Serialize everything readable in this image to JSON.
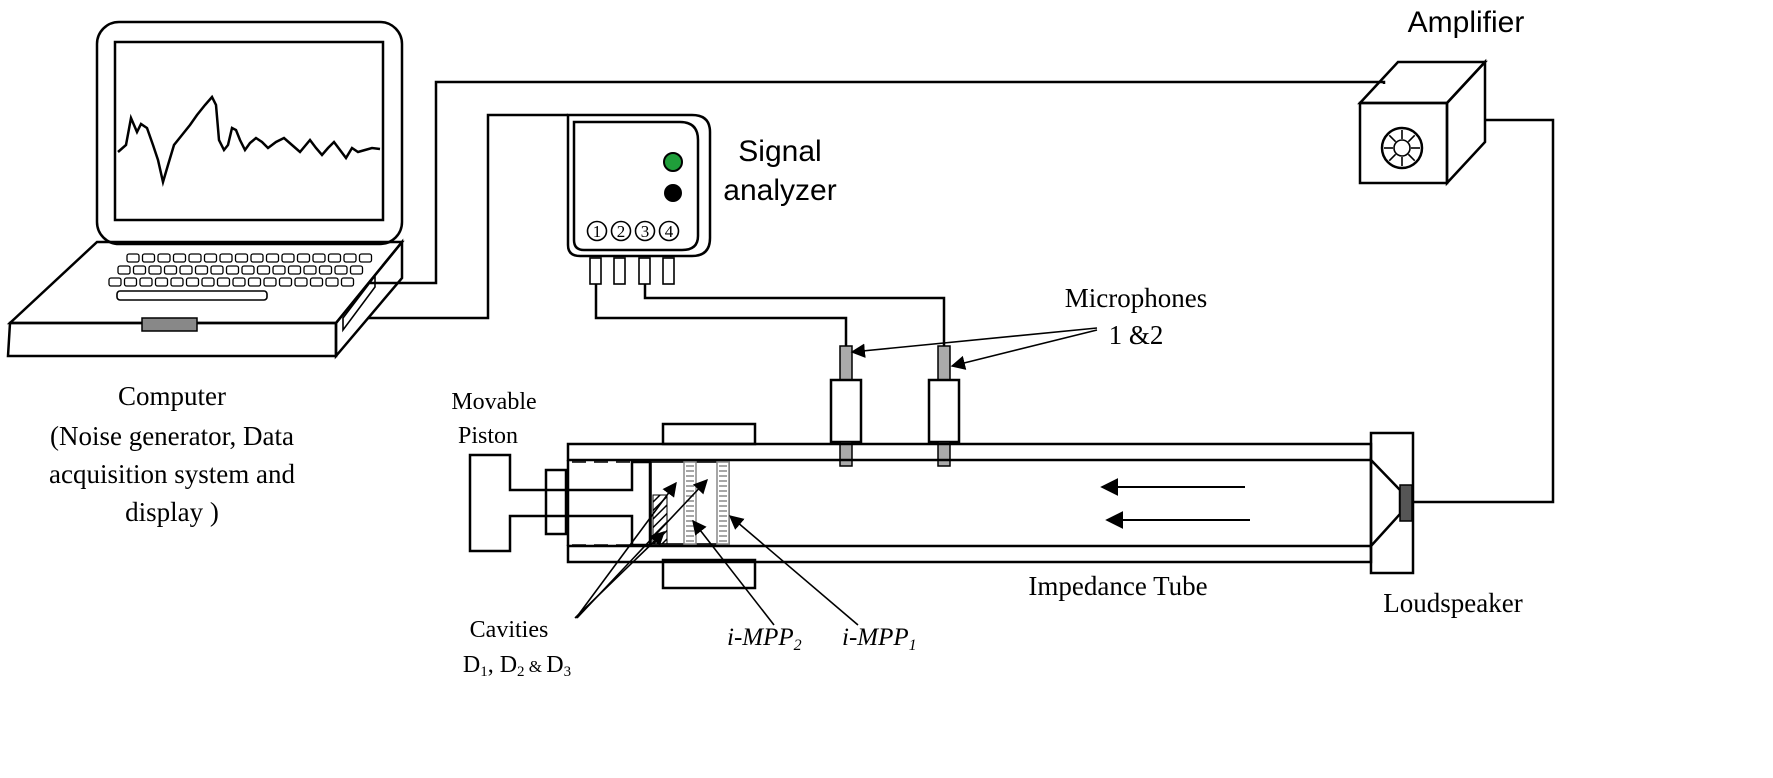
{
  "labels": {
    "amplifier": "Amplifier",
    "signal_analyzer_line1": "Signal",
    "signal_analyzer_line2": "analyzer",
    "microphones_line1": "Microphones",
    "microphones_line2": "1 &2",
    "computer_line1": "Computer",
    "computer_line2": "(Noise generator, Data",
    "computer_line3": "acquisition system and",
    "computer_line4": "display )",
    "piston_line1": "Movable",
    "piston_line2": "Piston",
    "impedance_tube": "Impedance Tube",
    "loudspeaker": "Loudspeaker",
    "cavities_line1": "Cavities",
    "cavities_D": "D",
    "cavities_sub1": "1",
    "cavities_sep1": ", D",
    "cavities_sub2": "2",
    "cavities_amp": " & ",
    "cavities_D3": "D",
    "cavities_sub3": "3",
    "mpp2_main": "i-MPP",
    "mpp2_sub": "2",
    "mpp1_main": "i-MPP",
    "mpp1_sub": "1"
  },
  "analyzer_ports": [
    "1",
    "2",
    "3",
    "4"
  ],
  "colors": {
    "green_led": "#1f9e3a",
    "black_led": "#000000",
    "gray_fill": "#d3d3d3",
    "line": "#000000"
  }
}
